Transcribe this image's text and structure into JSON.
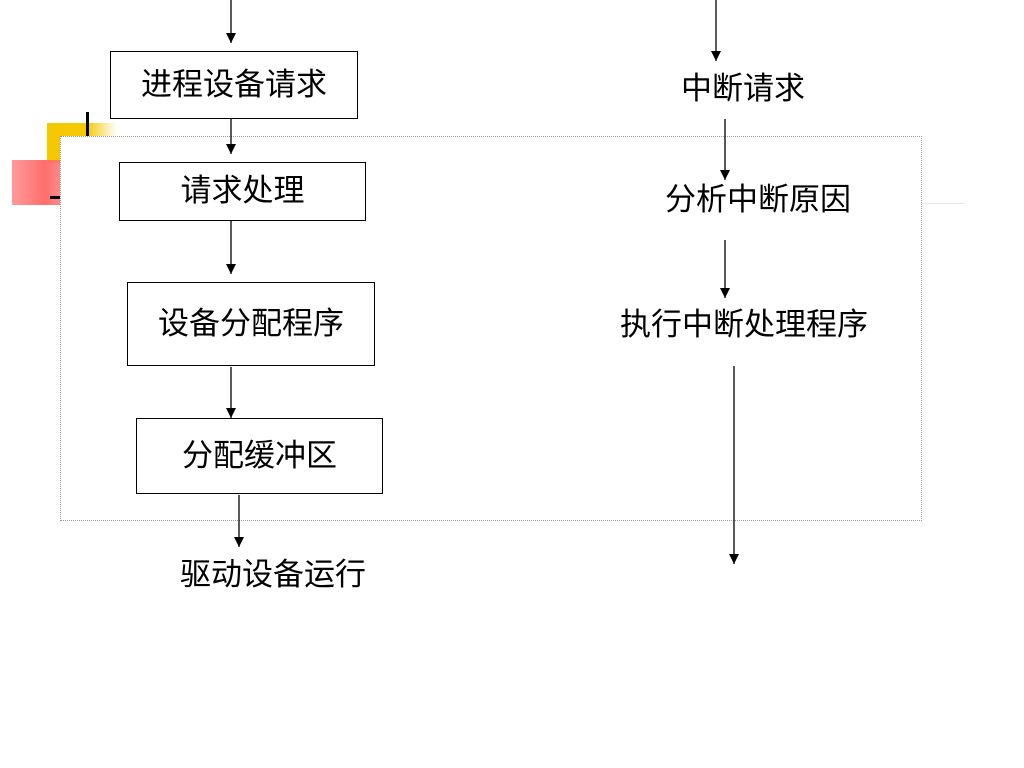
{
  "diagram": {
    "left_flow": {
      "process_request": "进程设备请求",
      "request_handling": "请求处理",
      "device_allocation": "设备分配程序",
      "buffer_allocation": "分配缓冲区",
      "drive_device": "驱动设备运行"
    },
    "right_flow": {
      "interrupt_request": "中断请求",
      "analyze_cause": "分析中断原因",
      "execute_handler": "执行中断处理程序"
    }
  }
}
